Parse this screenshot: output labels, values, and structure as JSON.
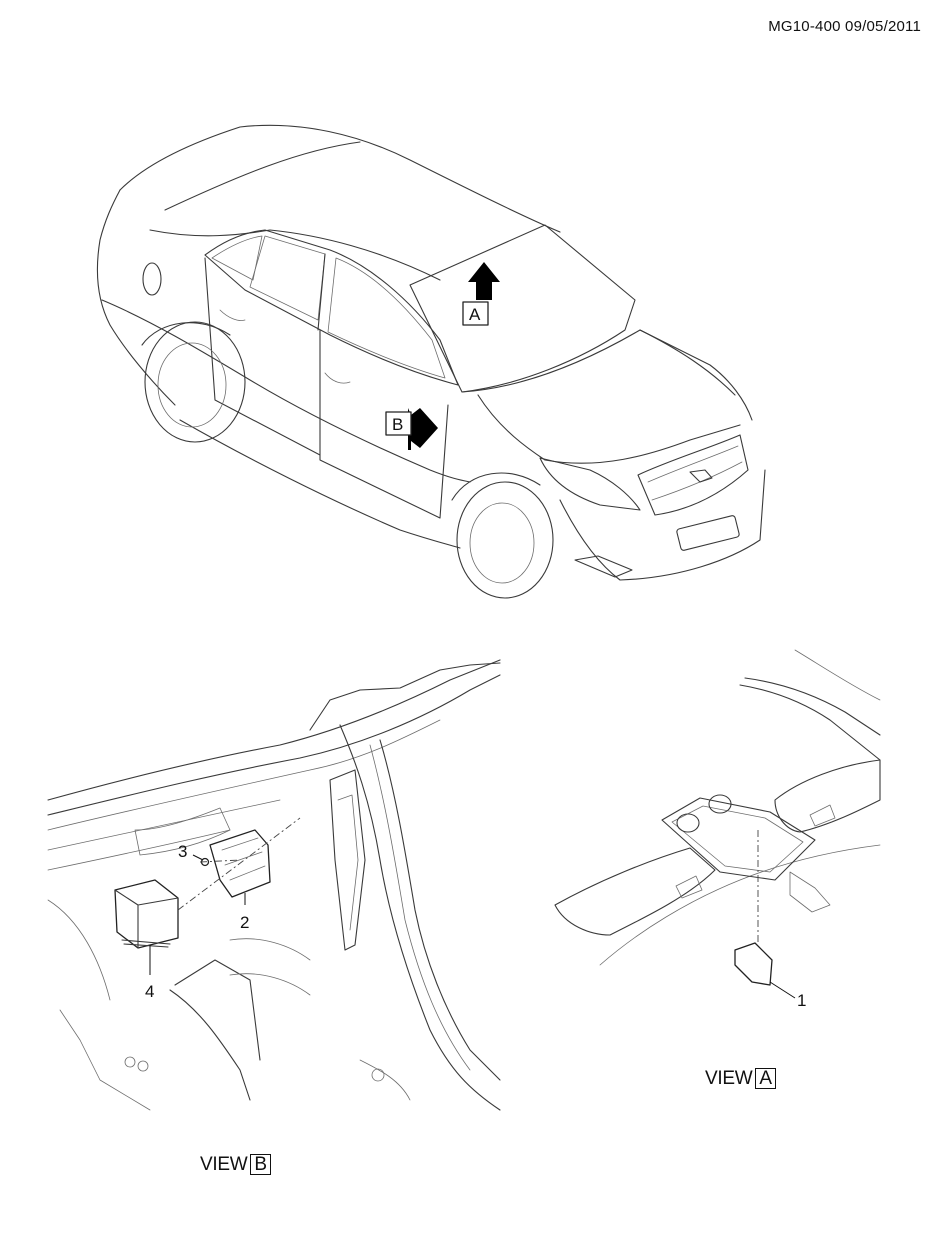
{
  "header": {
    "doc_id": "MG10-400 09/05/2011"
  },
  "overview": {
    "arrow_a_letter": "A",
    "arrow_b_letter": "B"
  },
  "view_b": {
    "title_word": "VIEW",
    "title_letter": "B",
    "callouts": [
      "2",
      "3",
      "4"
    ]
  },
  "view_a": {
    "title_word": "VIEW",
    "title_letter": "A",
    "callouts": [
      "1"
    ]
  }
}
